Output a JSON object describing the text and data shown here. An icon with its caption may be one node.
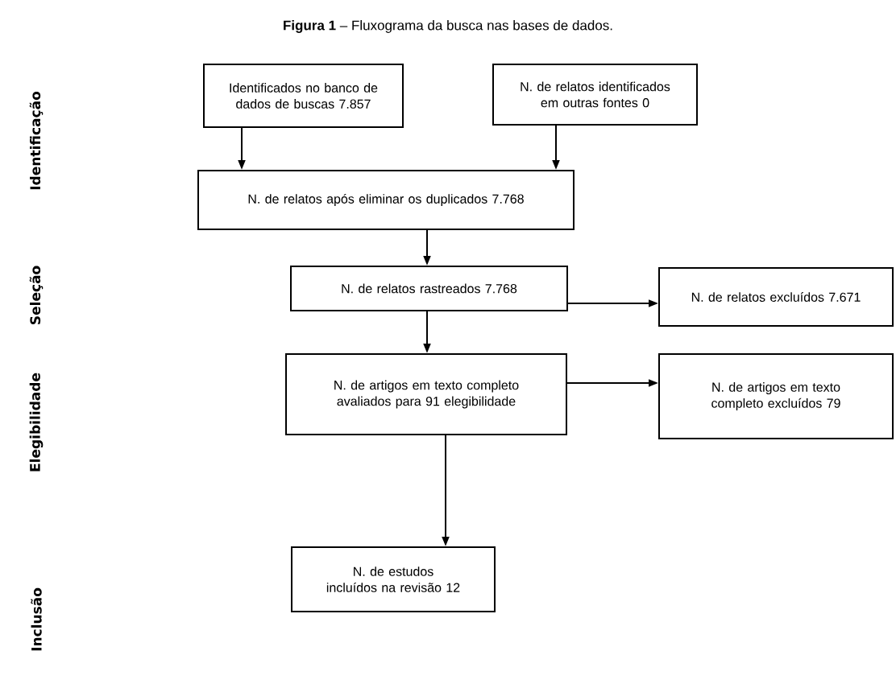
{
  "diagram": {
    "title": "**Figura 1** – Fluxograma da busca nas bases de dados.",
    "nodes": [
      {
        "text": [
          "Identificados no banco de dados de buscas 7.857"
        ]
      },
      {
        "text": [
          "N. de relatos identificados em outras fontes 0"
        ]
      },
      {
        "text": [
          "N. de relatos após eliminar os duplicados 7.768"
        ]
      },
      {
        "text": [
          "N. de relatos rastreados 7.768"
        ]
      },
      {
        "text": [
          "N. de relatos excluídos 7.671"
        ]
      },
      {
        "text": [
          "N. de artigos em texto completo avaliados para 91 elegibilidade"
        ]
      },
      {
        "text": [
          "N. de artigos em texto completo excluídos 79"
        ]
      },
      {
        "text": [
          "N. de estudos incluídos na revisão 12"
        ]
      }
    ],
    "edges": [
      {
        "from": 0,
        "to": 2,
        "arrow": "to"
      },
      {
        "from": 1,
        "to": 2,
        "arrow": "to"
      },
      {
        "from": 2,
        "to": 3,
        "arrow": "to"
      },
      {
        "from": 3,
        "to": 4,
        "arrow": "to"
      },
      {
        "from": 3,
        "to": 5,
        "arrow": "to"
      },
      {
        "from": 5,
        "to": 6,
        "arrow": "to"
      },
      {
        "from": 5,
        "to": 7,
        "arrow": "to"
      }
    ],
    "labels": [
      "Identificação",
      "Seleção",
      "Elegibilidade",
      "Inclusão"
    ]
  }
}
